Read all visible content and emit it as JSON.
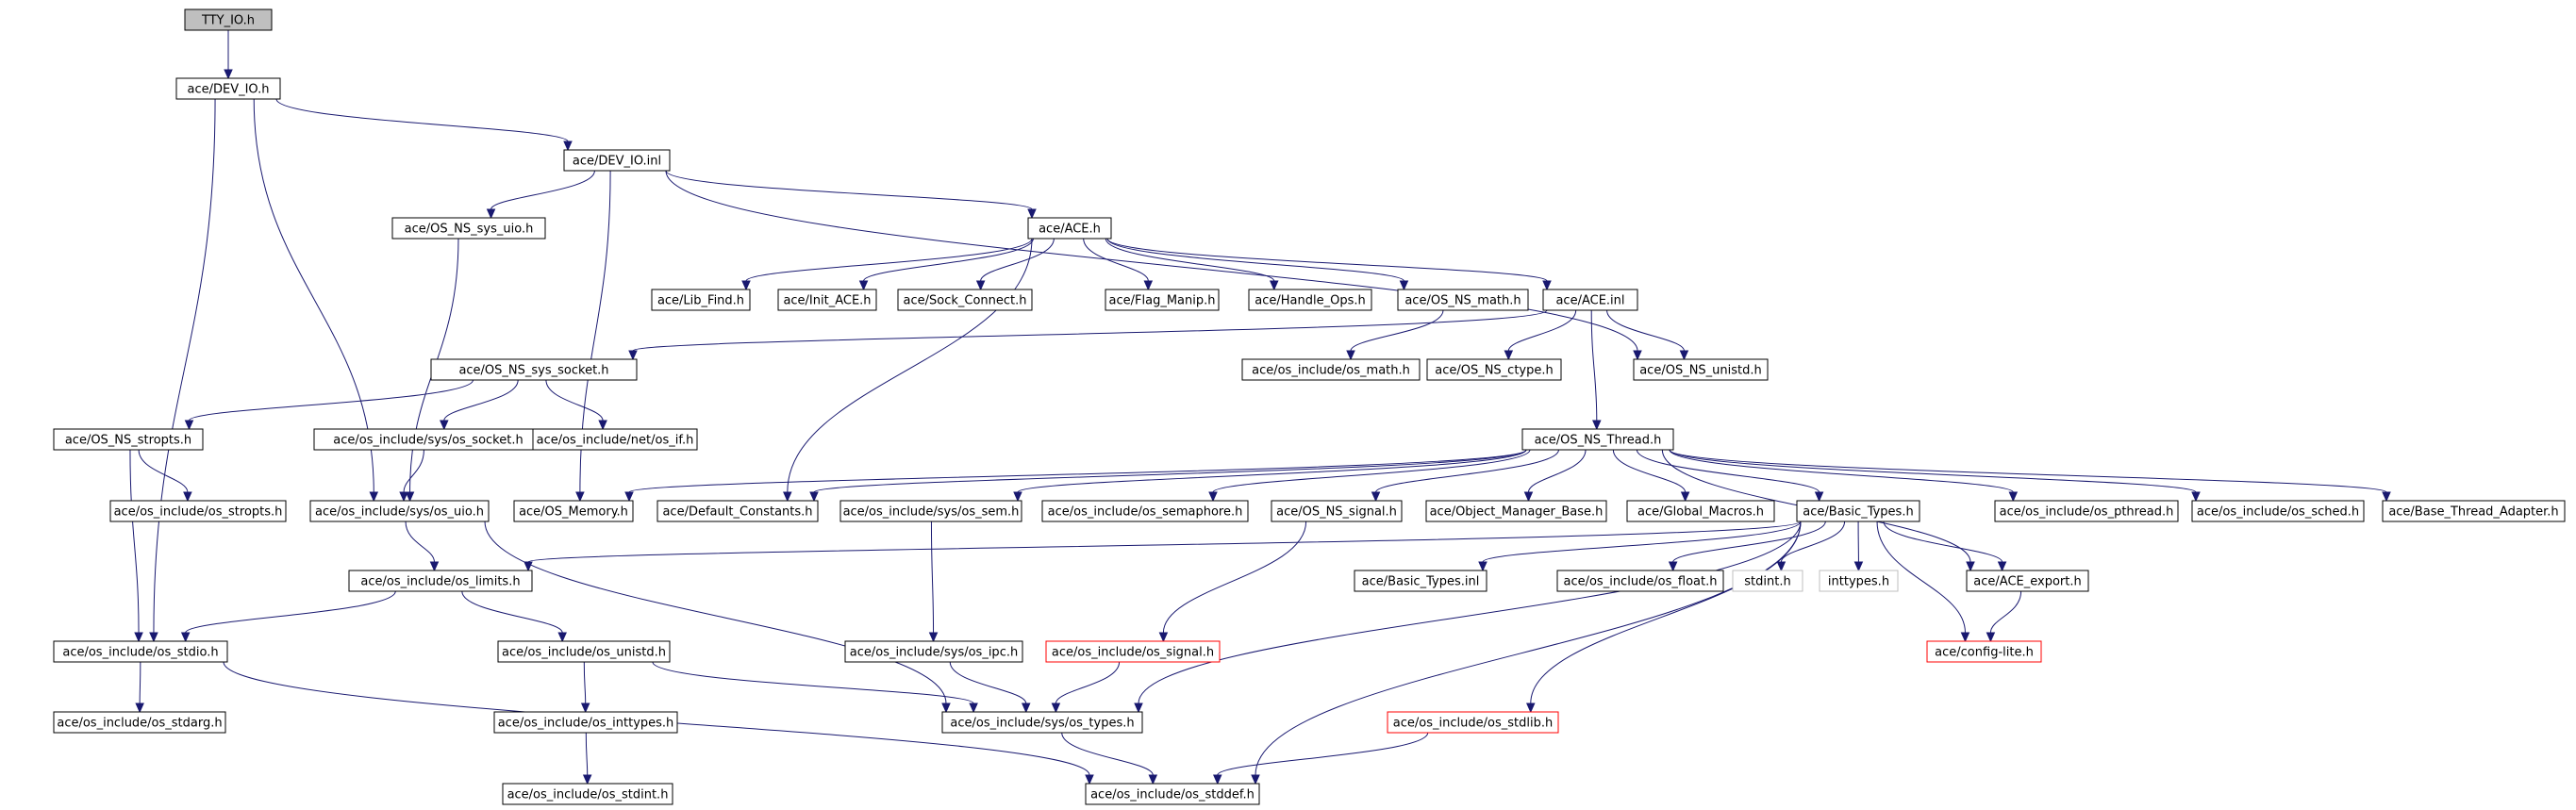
{
  "graph": {
    "title": "",
    "colors": {
      "edge": "#191970",
      "node_border": "#000000",
      "node_fill": "#ffffff",
      "root_fill": "#bfbfbf",
      "missing_border": "#ff0000",
      "external_border": "#bfbfbf",
      "external_text": "#808080"
    },
    "nodes": [
      {
        "id": "tty_io",
        "label": "TTY_IO.h",
        "kind": "root"
      },
      {
        "id": "dev_io_h",
        "label": "ace/DEV_IO.h",
        "kind": "normal"
      },
      {
        "id": "dev_io_inl",
        "label": "ace/DEV_IO.inl",
        "kind": "normal"
      },
      {
        "id": "os_ns_sys_uio",
        "label": "ace/OS_NS_sys_uio.h",
        "kind": "normal"
      },
      {
        "id": "ace_h",
        "label": "ace/ACE.h",
        "kind": "normal"
      },
      {
        "id": "lib_find",
        "label": "ace/Lib_Find.h",
        "kind": "normal"
      },
      {
        "id": "init_ace",
        "label": "ace/Init_ACE.h",
        "kind": "normal"
      },
      {
        "id": "sock_connect",
        "label": "ace/Sock_Connect.h",
        "kind": "normal"
      },
      {
        "id": "flag_manip",
        "label": "ace/Flag_Manip.h",
        "kind": "normal"
      },
      {
        "id": "handle_ops",
        "label": "ace/Handle_Ops.h",
        "kind": "normal"
      },
      {
        "id": "os_ns_math",
        "label": "ace/OS_NS_math.h",
        "kind": "normal"
      },
      {
        "id": "ace_inl",
        "label": "ace/ACE.inl",
        "kind": "normal"
      },
      {
        "id": "os_ns_sys_socket",
        "label": "ace/OS_NS_sys_socket.h",
        "kind": "normal"
      },
      {
        "id": "os_math",
        "label": "ace/os_include/os_math.h",
        "kind": "normal"
      },
      {
        "id": "os_ns_ctype",
        "label": "ace/OS_NS_ctype.h",
        "kind": "normal"
      },
      {
        "id": "os_ns_unistd",
        "label": "ace/OS_NS_unistd.h",
        "kind": "normal"
      },
      {
        "id": "os_ns_stropts",
        "label": "ace/OS_NS_stropts.h",
        "kind": "normal"
      },
      {
        "id": "sys_os_socket",
        "label": "ace/os_include/sys/os_socket.h",
        "kind": "normal"
      },
      {
        "id": "net_os_if",
        "label": "ace/os_include/net/os_if.h",
        "kind": "normal"
      },
      {
        "id": "os_ns_thread",
        "label": "ace/OS_NS_Thread.h",
        "kind": "normal"
      },
      {
        "id": "os_stropts",
        "label": "ace/os_include/os_stropts.h",
        "kind": "normal"
      },
      {
        "id": "sys_os_uio",
        "label": "ace/os_include/sys/os_uio.h",
        "kind": "normal"
      },
      {
        "id": "os_memory",
        "label": "ace/OS_Memory.h",
        "kind": "normal"
      },
      {
        "id": "default_constants",
        "label": "ace/Default_Constants.h",
        "kind": "normal"
      },
      {
        "id": "sys_os_sem",
        "label": "ace/os_include/sys/os_sem.h",
        "kind": "normal"
      },
      {
        "id": "os_semaphore",
        "label": "ace/os_include/os_semaphore.h",
        "kind": "normal"
      },
      {
        "id": "os_ns_signal",
        "label": "ace/OS_NS_signal.h",
        "kind": "normal"
      },
      {
        "id": "object_manager_base",
        "label": "ace/Object_Manager_Base.h",
        "kind": "normal"
      },
      {
        "id": "global_macros",
        "label": "ace/Global_Macros.h",
        "kind": "normal"
      },
      {
        "id": "basic_types_h",
        "label": "ace/Basic_Types.h",
        "kind": "normal"
      },
      {
        "id": "os_pthread",
        "label": "ace/os_include/os_pthread.h",
        "kind": "normal"
      },
      {
        "id": "os_sched",
        "label": "ace/os_include/os_sched.h",
        "kind": "normal"
      },
      {
        "id": "base_thread_adapter",
        "label": "ace/Base_Thread_Adapter.h",
        "kind": "normal"
      },
      {
        "id": "os_limits",
        "label": "ace/os_include/os_limits.h",
        "kind": "normal"
      },
      {
        "id": "basic_types_inl",
        "label": "ace/Basic_Types.inl",
        "kind": "normal"
      },
      {
        "id": "os_float",
        "label": "ace/os_include/os_float.h",
        "kind": "normal"
      },
      {
        "id": "stdint_h",
        "label": "stdint.h",
        "kind": "external"
      },
      {
        "id": "inttypes_h",
        "label": "inttypes.h",
        "kind": "external"
      },
      {
        "id": "ace_export",
        "label": "ace/ACE_export.h",
        "kind": "normal"
      },
      {
        "id": "os_stdio",
        "label": "ace/os_include/os_stdio.h",
        "kind": "normal"
      },
      {
        "id": "os_unistd",
        "label": "ace/os_include/os_unistd.h",
        "kind": "normal"
      },
      {
        "id": "sys_os_ipc",
        "label": "ace/os_include/sys/os_ipc.h",
        "kind": "normal"
      },
      {
        "id": "os_signal",
        "label": "ace/os_include/os_signal.h",
        "kind": "missing"
      },
      {
        "id": "config_lite",
        "label": "ace/config-lite.h",
        "kind": "missing"
      },
      {
        "id": "os_stdarg",
        "label": "ace/os_include/os_stdarg.h",
        "kind": "normal"
      },
      {
        "id": "os_inttypes",
        "label": "ace/os_include/os_inttypes.h",
        "kind": "normal"
      },
      {
        "id": "sys_os_types",
        "label": "ace/os_include/sys/os_types.h",
        "kind": "normal"
      },
      {
        "id": "os_stdlib",
        "label": "ace/os_include/os_stdlib.h",
        "kind": "missing"
      },
      {
        "id": "os_stdint",
        "label": "ace/os_include/os_stdint.h",
        "kind": "normal"
      },
      {
        "id": "os_stddef",
        "label": "ace/os_include/os_stddef.h",
        "kind": "normal"
      }
    ],
    "edges": [
      [
        "tty_io",
        "dev_io_h"
      ],
      [
        "dev_io_h",
        "dev_io_inl"
      ],
      [
        "dev_io_h",
        "sys_os_uio"
      ],
      [
        "dev_io_h",
        "os_stdio"
      ],
      [
        "dev_io_inl",
        "os_ns_sys_uio"
      ],
      [
        "dev_io_inl",
        "ace_h"
      ],
      [
        "dev_io_inl",
        "os_ns_unistd"
      ],
      [
        "dev_io_inl",
        "os_memory"
      ],
      [
        "os_ns_sys_uio",
        "sys_os_uio"
      ],
      [
        "ace_h",
        "lib_find"
      ],
      [
        "ace_h",
        "init_ace"
      ],
      [
        "ace_h",
        "sock_connect"
      ],
      [
        "ace_h",
        "flag_manip"
      ],
      [
        "ace_h",
        "handle_ops"
      ],
      [
        "ace_h",
        "os_ns_math"
      ],
      [
        "ace_h",
        "ace_inl"
      ],
      [
        "ace_h",
        "default_constants"
      ],
      [
        "os_ns_math",
        "os_math"
      ],
      [
        "ace_inl",
        "os_ns_sys_socket"
      ],
      [
        "ace_inl",
        "os_ns_ctype"
      ],
      [
        "ace_inl",
        "os_ns_unistd"
      ],
      [
        "ace_inl",
        "os_ns_thread"
      ],
      [
        "os_ns_sys_socket",
        "os_ns_stropts"
      ],
      [
        "os_ns_sys_socket",
        "sys_os_socket"
      ],
      [
        "os_ns_sys_socket",
        "net_os_if"
      ],
      [
        "os_ns_stropts",
        "os_stropts"
      ],
      [
        "os_ns_stropts",
        "os_stdio"
      ],
      [
        "sys_os_socket",
        "sys_os_uio"
      ],
      [
        "sys_os_uio",
        "os_limits"
      ],
      [
        "sys_os_uio",
        "sys_os_types"
      ],
      [
        "os_ns_thread",
        "os_memory"
      ],
      [
        "os_ns_thread",
        "default_constants"
      ],
      [
        "os_ns_thread",
        "sys_os_sem"
      ],
      [
        "os_ns_thread",
        "os_semaphore"
      ],
      [
        "os_ns_thread",
        "os_ns_signal"
      ],
      [
        "os_ns_thread",
        "object_manager_base"
      ],
      [
        "os_ns_thread",
        "global_macros"
      ],
      [
        "os_ns_thread",
        "basic_types_h"
      ],
      [
        "os_ns_thread",
        "os_pthread"
      ],
      [
        "os_ns_thread",
        "os_sched"
      ],
      [
        "os_ns_thread",
        "base_thread_adapter"
      ],
      [
        "os_ns_thread",
        "ace_export"
      ],
      [
        "sys_os_sem",
        "sys_os_ipc"
      ],
      [
        "os_ns_signal",
        "os_signal"
      ],
      [
        "basic_types_h",
        "os_limits"
      ],
      [
        "basic_types_h",
        "basic_types_inl"
      ],
      [
        "basic_types_h",
        "os_float"
      ],
      [
        "basic_types_h",
        "stdint_h"
      ],
      [
        "basic_types_h",
        "inttypes_h"
      ],
      [
        "basic_types_h",
        "ace_export"
      ],
      [
        "basic_types_h",
        "config_lite"
      ],
      [
        "basic_types_h",
        "os_stdlib"
      ],
      [
        "basic_types_h",
        "sys_os_types"
      ],
      [
        "basic_types_h",
        "os_stddef"
      ],
      [
        "ace_export",
        "config_lite"
      ],
      [
        "os_limits",
        "os_stdio"
      ],
      [
        "os_limits",
        "os_unistd"
      ],
      [
        "os_stdio",
        "os_stdarg"
      ],
      [
        "os_stdio",
        "os_stddef"
      ],
      [
        "os_unistd",
        "os_inttypes"
      ],
      [
        "os_unistd",
        "sys_os_types"
      ],
      [
        "os_inttypes",
        "os_stdint"
      ],
      [
        "sys_os_ipc",
        "sys_os_types"
      ],
      [
        "os_signal",
        "sys_os_types"
      ],
      [
        "sys_os_types",
        "os_stddef"
      ],
      [
        "os_stdlib",
        "os_stddef"
      ]
    ]
  }
}
